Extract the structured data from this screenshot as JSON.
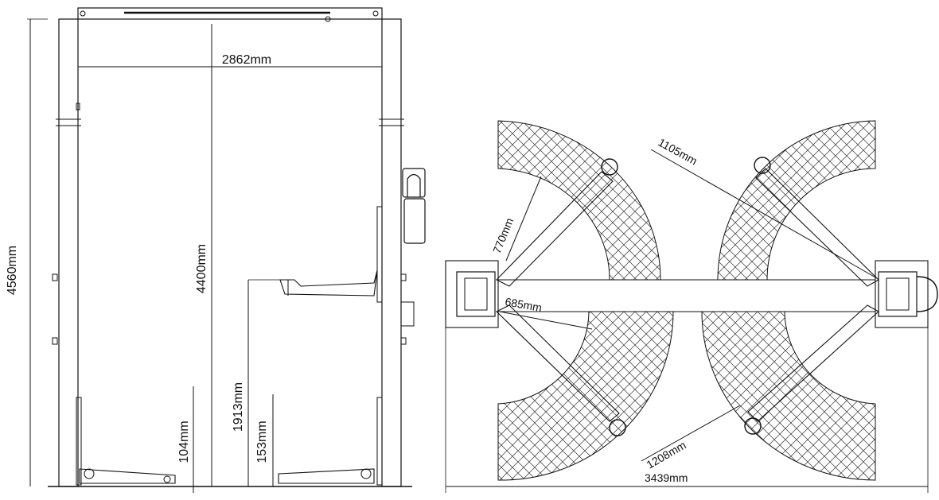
{
  "dimensions": {
    "width_span": "2862mm",
    "overall_height": "4560mm",
    "lift_height": "4400mm",
    "arm_raised_height": "1913mm",
    "arm_pad_low": "153mm",
    "min_pad_height": "104mm",
    "arm_reach_a": "1105mm",
    "arm_reach_b": "770mm",
    "arm_reach_c": "685mm",
    "arm_reach_d": "1208mm",
    "overall_width": "3439mm"
  },
  "colors": {
    "line": "#111111",
    "background": "#ffffff",
    "hatch": "#333333"
  }
}
